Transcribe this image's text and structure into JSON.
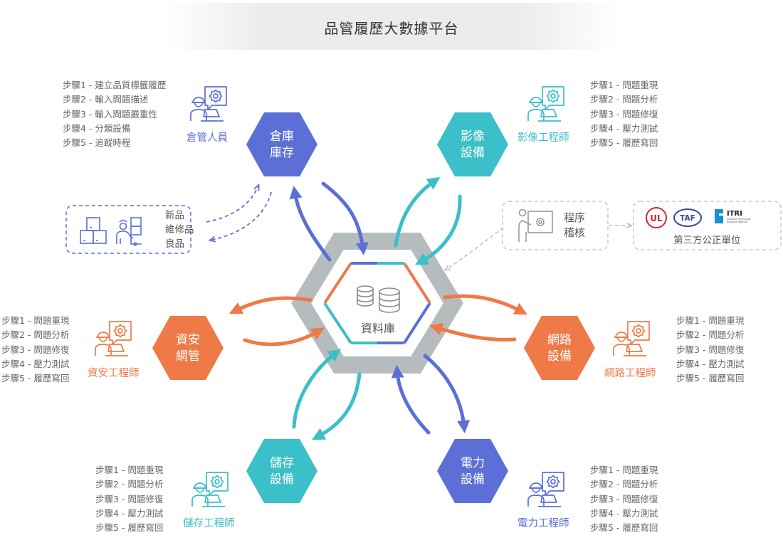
{
  "title": "品管履歷大數據平台",
  "colors": {
    "blue": "#5b6fd6",
    "teal": "#3bbfc8",
    "orange": "#ef7a47",
    "gray_ring": "#b6bcbd",
    "dashed": "#5b6fd6",
    "dashed_gray": "#c8c8c8"
  },
  "center": {
    "label": "資料庫"
  },
  "nodes": {
    "warehouse": {
      "label_1": "倉庫",
      "label_2": "庫存",
      "role": "倉管人員",
      "steps": [
        "步驟1 - 建立品質標籤履歷",
        "步驟2 - 輸入問題描述",
        "步驟3 - 輸入問題嚴重性",
        "步驟4 - 分類設備",
        "步驟5 - 追蹤時程"
      ]
    },
    "video": {
      "label_1": "影像",
      "label_2": "設備",
      "role": "影像工程師",
      "steps": [
        "步驟1 - 問題重現",
        "步驟2 - 問題分析",
        "步驟3 - 問題修復",
        "步驟4 - 壓力測試",
        "步驟5 - 履歷寫回"
      ]
    },
    "security": {
      "label_1": "資安",
      "label_2": "網管",
      "role": "資安工程師",
      "steps": [
        "步驟1 - 問題重現",
        "步驟2 - 問題分析",
        "步驟3 - 問題修復",
        "步驟4 - 壓力測試",
        "步驟5 - 履歷寫回"
      ]
    },
    "network": {
      "label_1": "網路",
      "label_2": "設備",
      "role": "網路工程師",
      "steps": [
        "步驟1 - 問題重現",
        "步驟2 - 問題分析",
        "步驟3 - 問題修復",
        "步驟4 - 壓力測試",
        "步驟5 - 履歷寫回"
      ]
    },
    "storage": {
      "label_1": "儲存",
      "label_2": "設備",
      "role": "儲存工程師",
      "steps": [
        "步驟1 - 問題重現",
        "步驟2 - 問題分析",
        "步驟3 - 問題修復",
        "步驟4 - 壓力測試",
        "步驟5 - 履歷寫回"
      ]
    },
    "power": {
      "label_1": "電力",
      "label_2": "設備",
      "role": "電力工程師",
      "steps": [
        "步驟1 - 問題重現",
        "步驟2 - 問題分析",
        "步驟3 - 問題修復",
        "步驟4 - 壓力測試",
        "步驟5 - 履歷寫回"
      ]
    }
  },
  "stock_box": {
    "items": [
      "新品",
      "維修品",
      "良品"
    ]
  },
  "audit_box": {
    "line_1": "程序",
    "line_2": "稽核"
  },
  "third_party": {
    "label": "第三方公正單位",
    "logos": [
      "UL",
      "TAF",
      "ITRI"
    ],
    "itri_sub_1": "Industrial Technology",
    "itri_sub_2": "Research Institute"
  }
}
